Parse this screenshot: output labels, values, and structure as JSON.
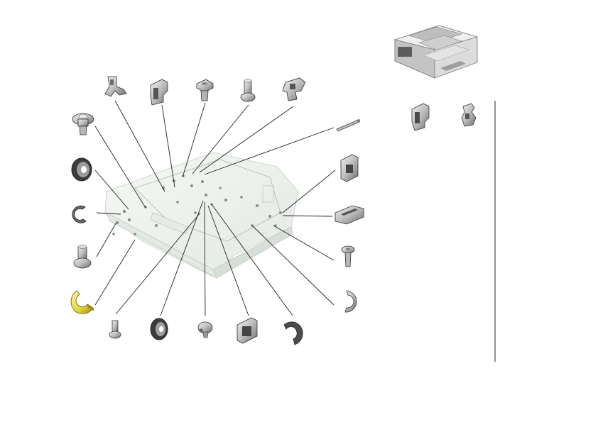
{
  "diagram": {
    "title": "",
    "parts": [
      {
        "id": "screw-top-left",
        "kind": "screw"
      },
      {
        "id": "washer-left",
        "kind": "washer"
      },
      {
        "id": "e-ring-left",
        "kind": "e-ring"
      },
      {
        "id": "screw-left-lower",
        "kind": "screw"
      },
      {
        "id": "e-ring-highlighted",
        "kind": "e-ring",
        "highlight": true
      },
      {
        "id": "bracket-top-1",
        "kind": "bracket"
      },
      {
        "id": "clip-top",
        "kind": "clip"
      },
      {
        "id": "bolt-top",
        "kind": "screw"
      },
      {
        "id": "pin-top",
        "kind": "pin"
      },
      {
        "id": "bracket-top-2",
        "kind": "bracket"
      },
      {
        "id": "shaft-right",
        "kind": "shaft"
      },
      {
        "id": "holder-right",
        "kind": "holder"
      },
      {
        "id": "block-right",
        "kind": "block"
      },
      {
        "id": "screw-right",
        "kind": "screw"
      },
      {
        "id": "ring-right",
        "kind": "e-ring"
      },
      {
        "id": "screw-bottom",
        "kind": "screw"
      },
      {
        "id": "washer-bottom",
        "kind": "washer"
      },
      {
        "id": "pin-bottom",
        "kind": "pin"
      },
      {
        "id": "holder-bottom",
        "kind": "holder"
      },
      {
        "id": "ring-bottom",
        "kind": "e-ring"
      },
      {
        "id": "clip-side-1",
        "kind": "clip"
      },
      {
        "id": "clip-side-2",
        "kind": "clip"
      }
    ],
    "colors": {
      "line": "#222222",
      "part_fill": "#cfcfcf",
      "part_dark": "#7a7a7a",
      "highlight": "#e8d84a",
      "highlight_edge": "#9a8a10",
      "assembly_fill": "#eef2ee",
      "assembly_edge": "#b8c2bc"
    },
    "legend": []
  }
}
